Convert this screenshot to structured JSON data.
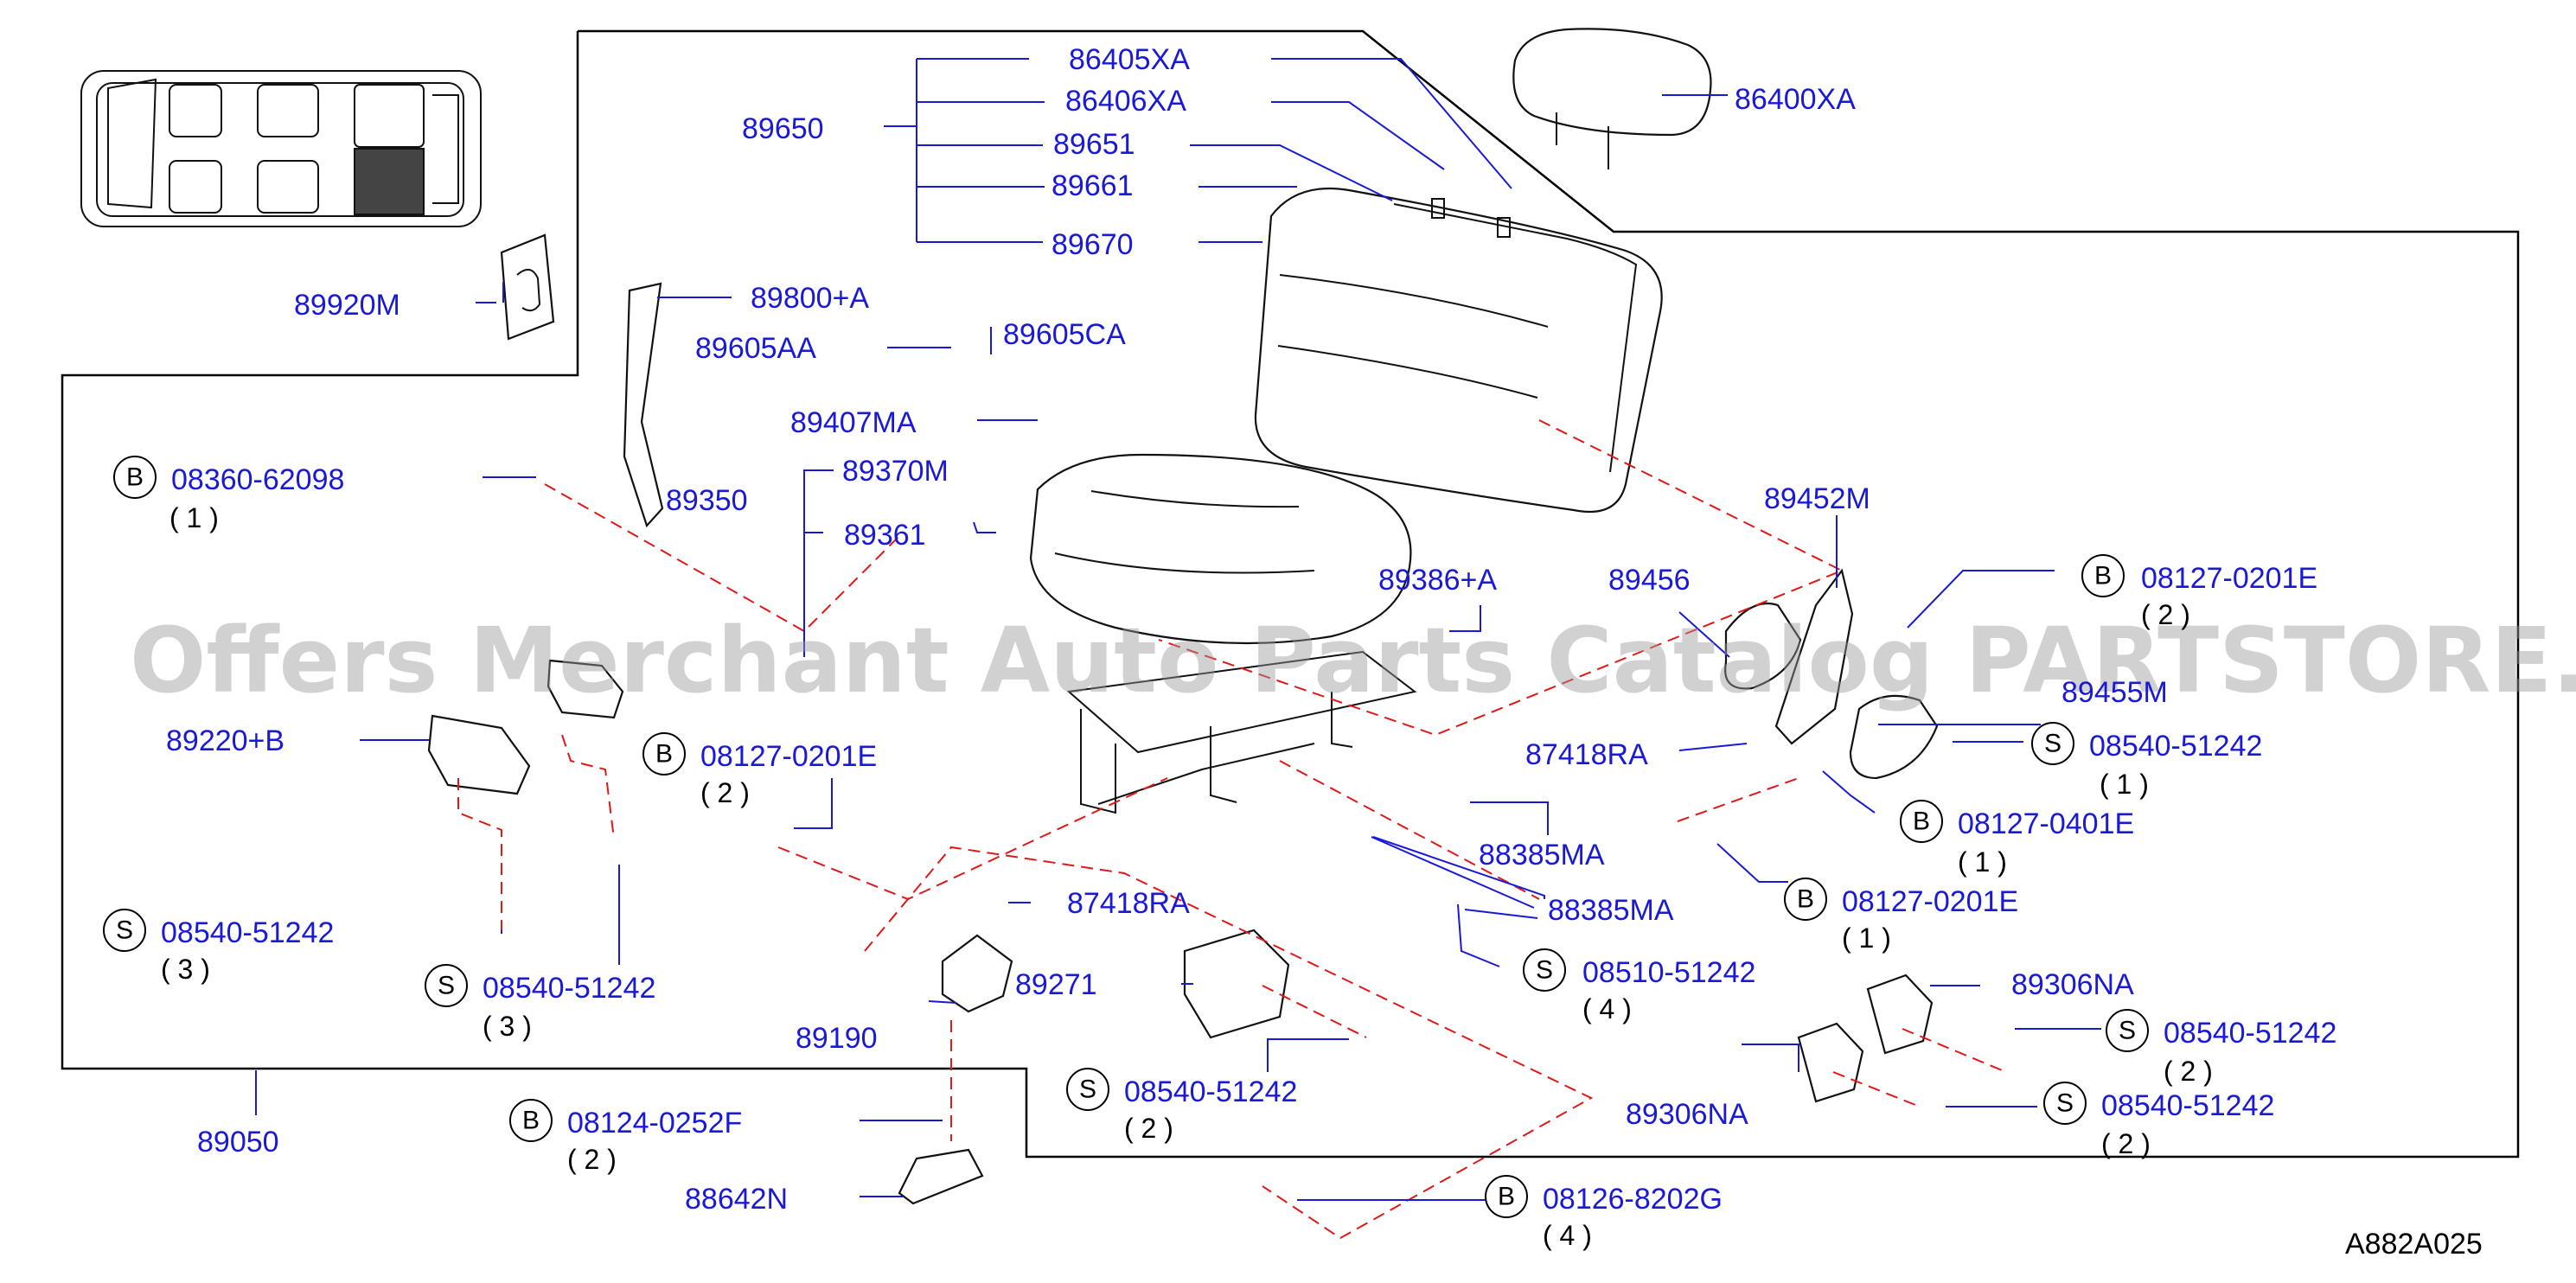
{
  "diagram": {
    "reference_code": "A882A025",
    "watermark": "Offers Merchant Auto Parts Catalog PARTSTORE.SA",
    "colors": {
      "part_label": "#1a1ad6",
      "hidden_line": "#e01818",
      "frame": "#000000"
    }
  },
  "labels": {
    "p86405XA": "86405XA",
    "p86406XA": "86406XA",
    "p89651": "89651",
    "p89661": "89661",
    "p89670": "89670",
    "p89650": "89650",
    "p86400XA": "86400XA",
    "p89920M": "89920M",
    "p89800A": "89800+A",
    "p89605AA": "89605AA",
    "p89605CA": "89605CA",
    "p89407MA": "89407MA",
    "p83606": "08360-62098",
    "p83606_qty": "( 1 )",
    "p89350": "89350",
    "p89370M": "89370M",
    "p89361": "89361",
    "p89386A": "89386+A",
    "p89456": "89456",
    "p89452M": "89452M",
    "p08127a": "08127-0201E",
    "p08127a_qty": "( 2 )",
    "p89455M": "89455M",
    "p08540a": "08540-51242",
    "p08540a_qty": "( 1 )",
    "p08127b": "08127-0401E",
    "p08127b_qty": "( 1 )",
    "p08127c": "08127-0201E",
    "p08127c_qty": "( 1 )",
    "p87418RAa": "87418RA",
    "p88385MAa": "88385MA",
    "p88385MAb": "88385MA",
    "p08510": "08510-51242",
    "p08510_qty": "( 4 )",
    "p89306NAa": "89306NA",
    "p08540b": "08540-51242",
    "p08540b_qty": "( 2 )",
    "p08540c": "08540-51242",
    "p08540c_qty": "( 2 )",
    "p89306NAb": "89306NA",
    "p89220B": "89220+B",
    "p08127d": "08127-0201E",
    "p08127d_qty": "( 2 )",
    "p08540d": "08540-51242",
    "p08540d_qty": "( 3 )",
    "p08540e": "08540-51242",
    "p08540e_qty": "( 3 )",
    "p87418RAb": "87418RA",
    "p89271": "89271",
    "p89190": "89190",
    "p08540f": "08540-51242",
    "p08540f_qty": "( 2 )",
    "p08124": "08124-0252F",
    "p08124_qty": "( 2 )",
    "p89050": "89050",
    "p88642N": "88642N",
    "p08126": "08126-8202G",
    "p08126_qty": "( 4 )",
    "circle_b": "B",
    "circle_s": "S"
  }
}
